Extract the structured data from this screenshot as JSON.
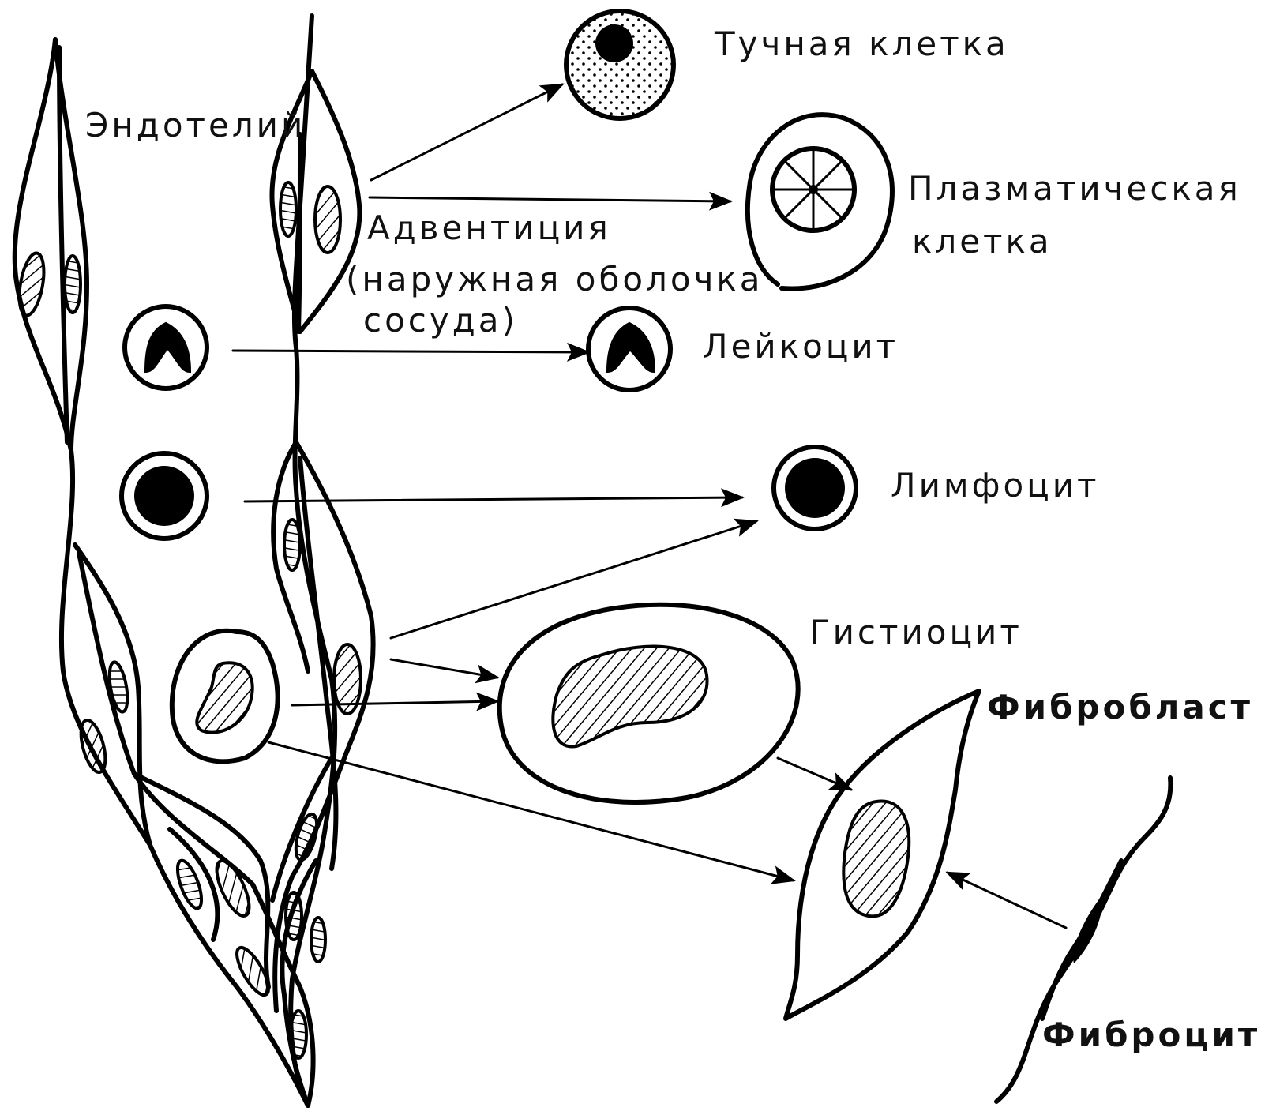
{
  "title": "",
  "labels": {
    "endothelium": "Эндотелий",
    "adventitia_line1": "Адвентиция",
    "adventitia_line2": "(наружная оболочка",
    "adventitia_line3": "сосуда)",
    "mast_cell": "Тучная клетка",
    "plasma_cell_line1": "Плазматическая",
    "plasma_cell_line2": "клетка",
    "leukocyte": "Лейкоцит",
    "lymphocyte": "Лимфоцит",
    "histiocyte": "Гистиоцит",
    "fibroblast": "Фибробласт",
    "fibrocyte": "Фиброцит"
  },
  "colors": {
    "ink": "#000000",
    "paper": "#ffffff"
  }
}
